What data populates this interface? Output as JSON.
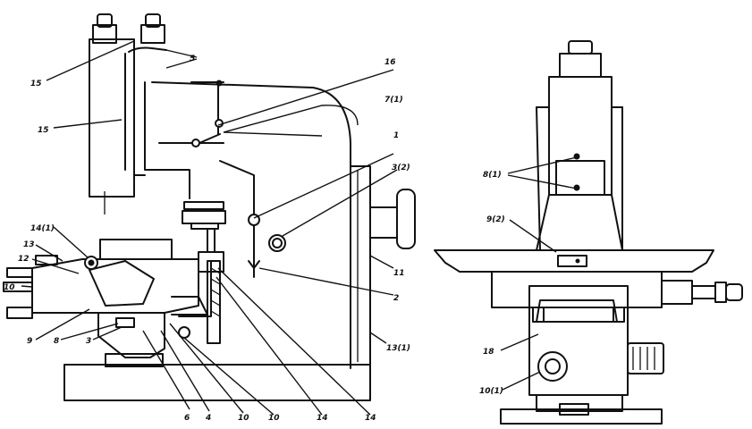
{
  "labels": {
    "l5": "5",
    "l15": "15",
    "l15b": "15",
    "l16": "16",
    "l17": "7(1)",
    "l1": "1",
    "l3": "3(2)",
    "l141": "14(1)",
    "l13": "13",
    "l12": "12",
    "l10": "10",
    "l9": "9",
    "l8": "8",
    "l3b": "3",
    "l11": "11",
    "l13b": "13(1)",
    "l2": "2",
    "l6": "6",
    "l4": "4",
    "l10b": "10",
    "l10c": "10",
    "l14b": "14",
    "l14c": "14",
    "r81": "8(1)",
    "r9": "9(2)",
    "r18": "18",
    "r10": "10(1)"
  }
}
